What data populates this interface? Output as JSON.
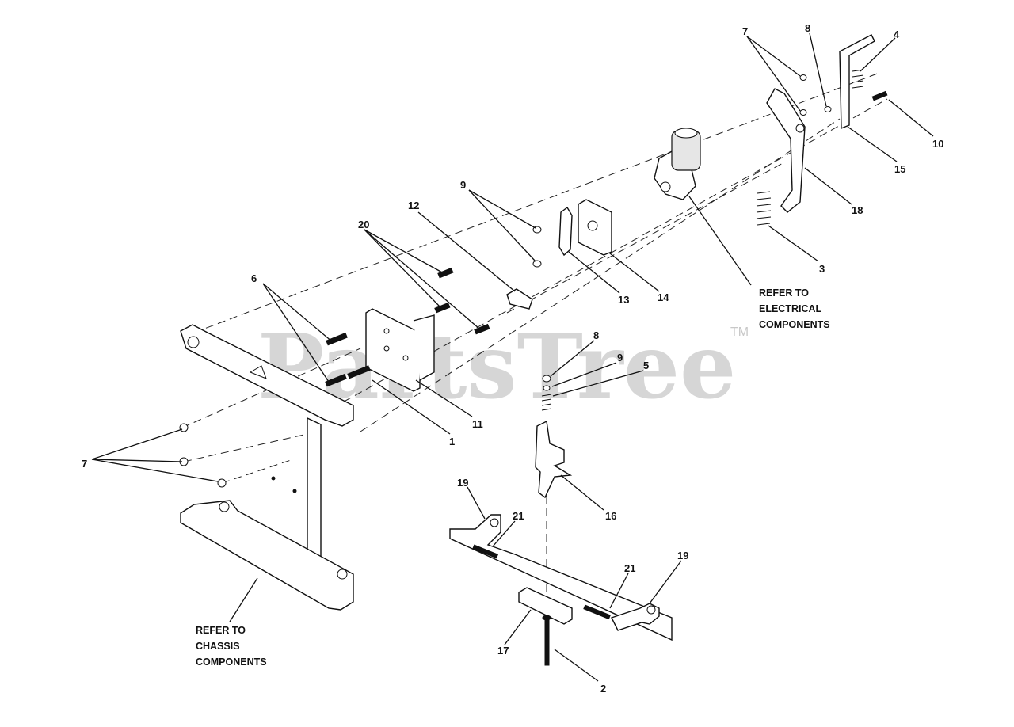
{
  "watermark": {
    "text": "PartsTree",
    "trademark": "TM"
  },
  "callouts": {
    "c1": "1",
    "c2": "2",
    "c3": "3",
    "c4": "4",
    "c5": "5",
    "c6": "6",
    "c7a": "7",
    "c7b": "7",
    "c8a": "8",
    "c8b": "8",
    "c9a": "9",
    "c9b": "9",
    "c10": "10",
    "c11": "11",
    "c12": "12",
    "c13": "13",
    "c14": "14",
    "c15": "15",
    "c16": "16",
    "c17": "17",
    "c18": "18",
    "c19a": "19",
    "c19b": "19",
    "c20": "20",
    "c21a": "21",
    "c21b": "21"
  },
  "notes": {
    "electrical": [
      "REFER TO",
      "ELECTRICAL",
      "COMPONENTS"
    ],
    "chassis": [
      "REFER TO",
      "CHASSIS",
      "COMPONENTS"
    ]
  }
}
